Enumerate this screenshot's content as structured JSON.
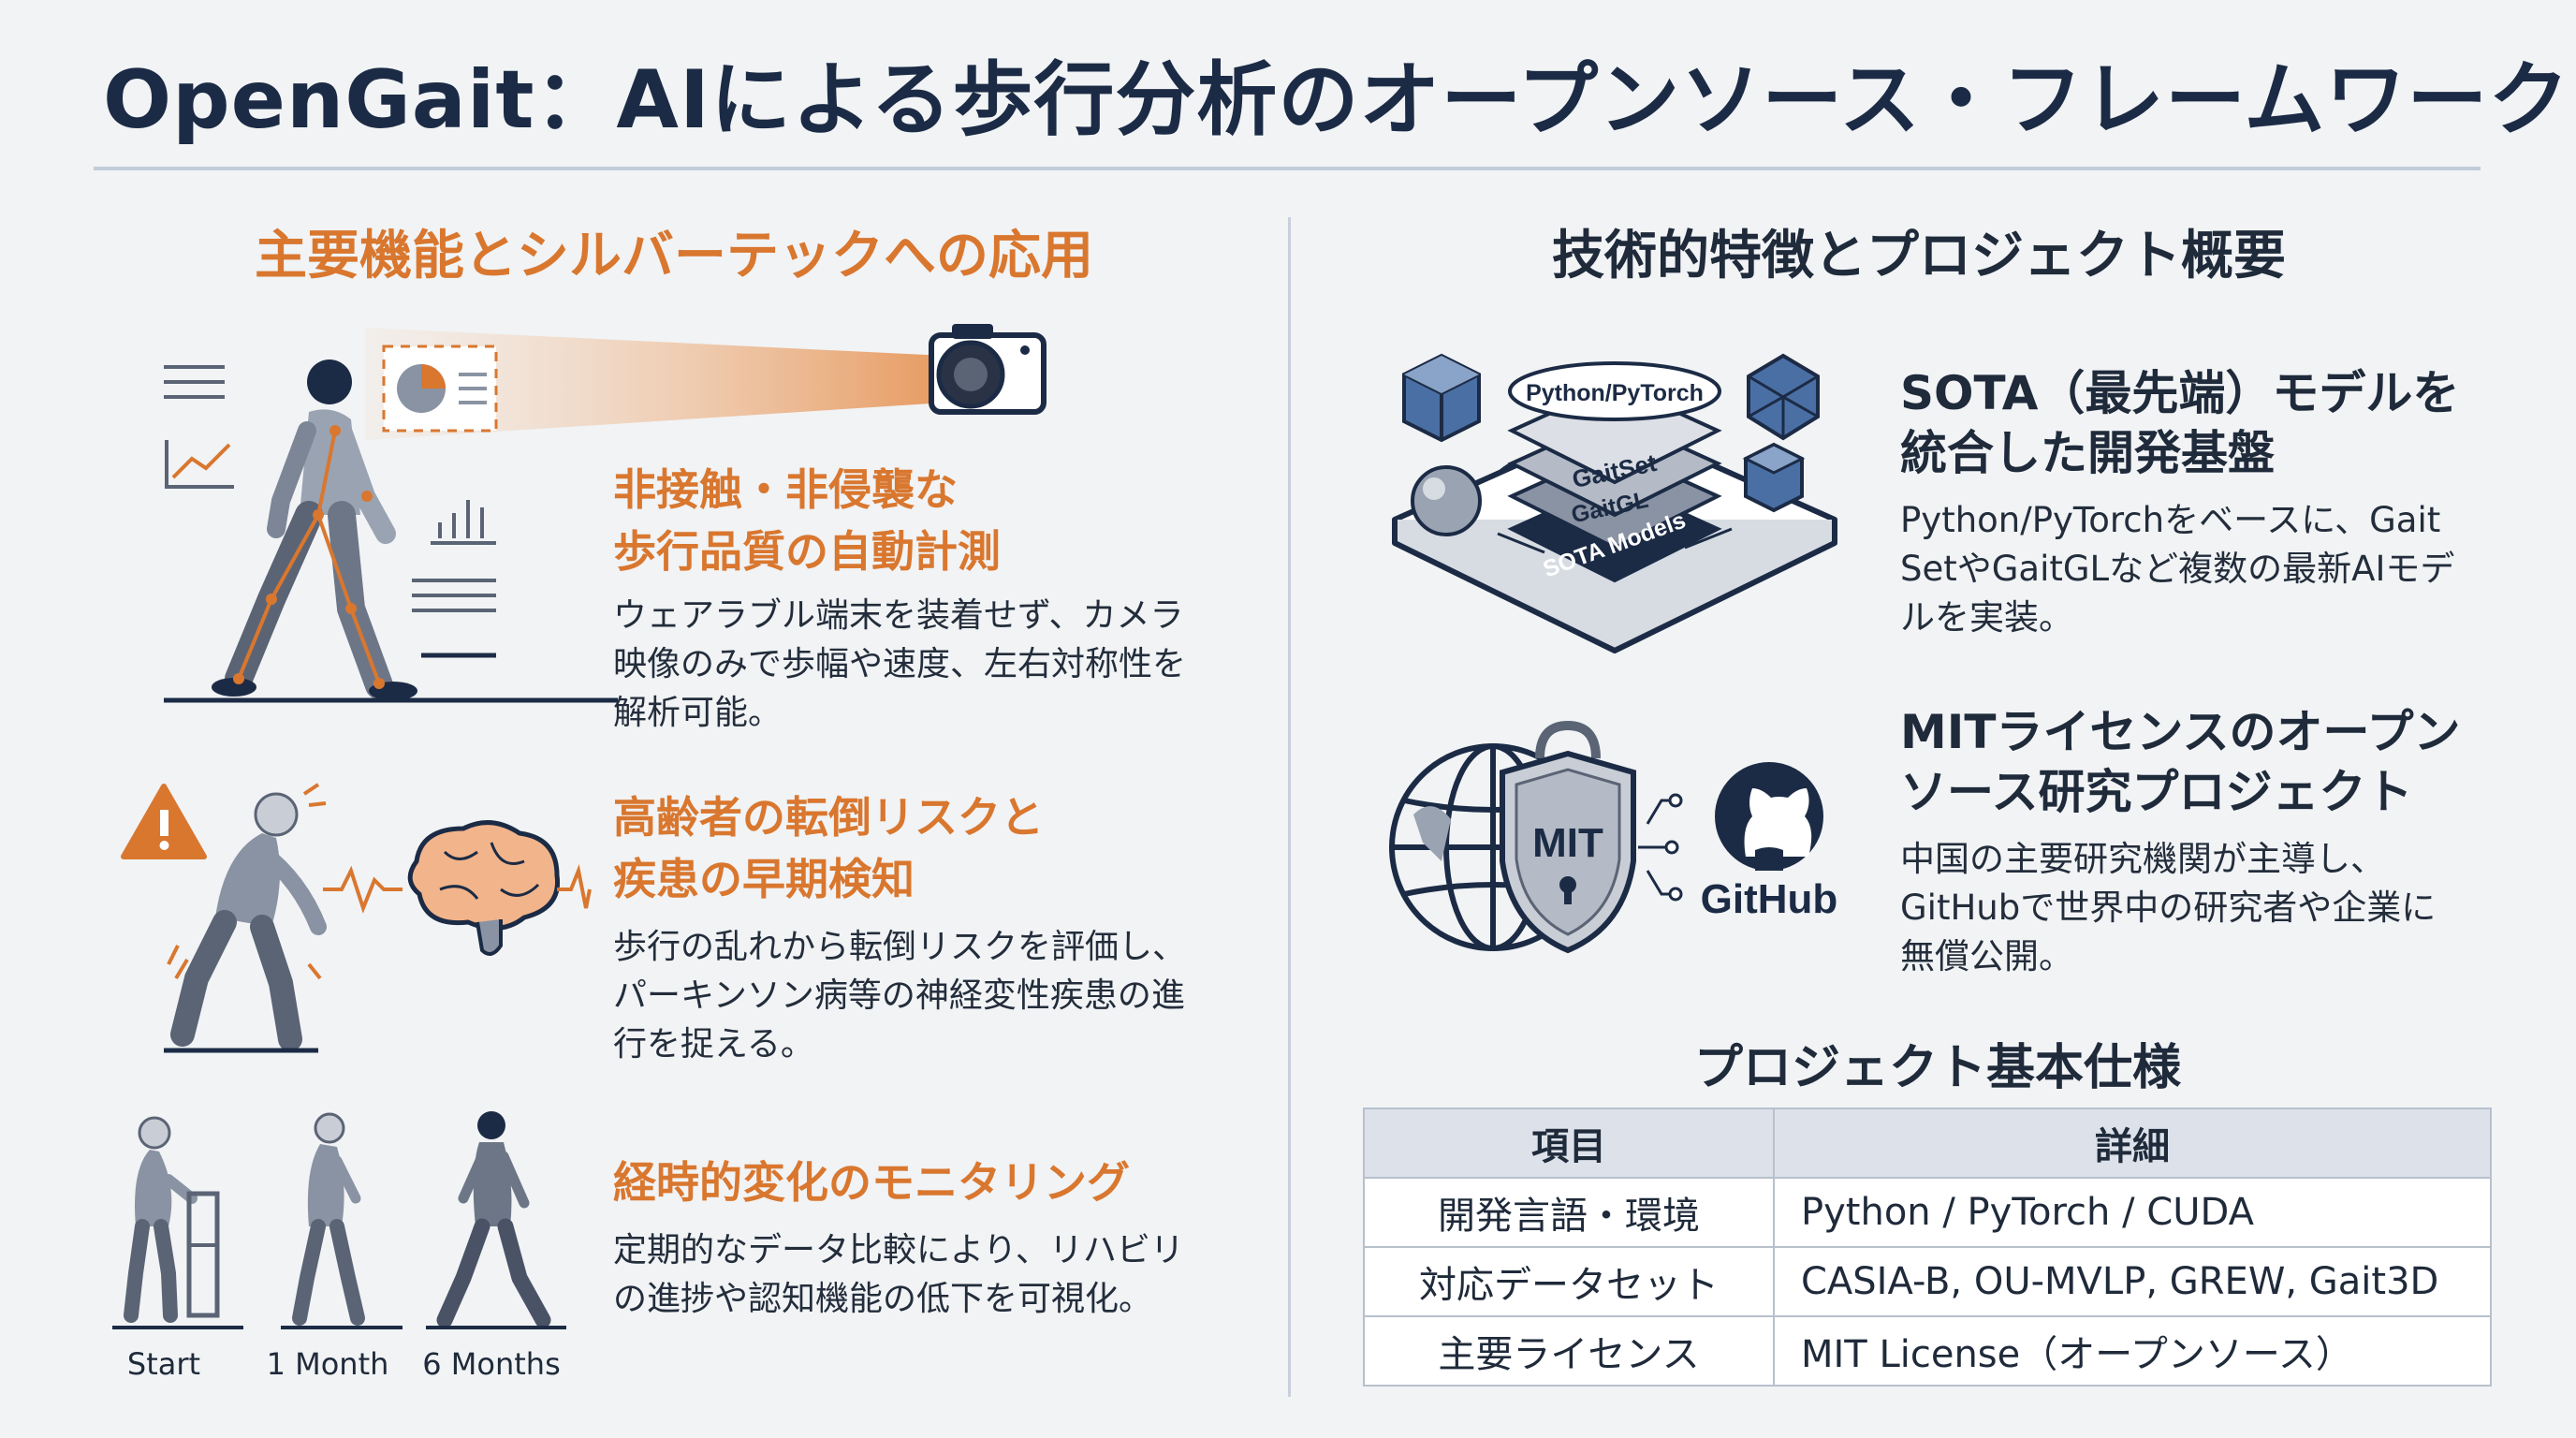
{
  "title": "OpenGait：AIによる歩行分析のオープンソース・フレームワーク",
  "left": {
    "heading": "主要機能とシルバーテックへの応用",
    "features": [
      {
        "title_lines": [
          "非接触・非侵襲な",
          "歩行品質の自動計測"
        ],
        "body_lines": [
          "ウェアラブル端末を装着せず、カメラ",
          "映像のみで歩幅や速度、左右対称性を",
          "解析可能。"
        ],
        "icons": [
          "camera-icon",
          "walking-person-icon",
          "chart-icon"
        ]
      },
      {
        "title_lines": [
          "高齢者の転倒リスクと",
          "疾患の早期検知"
        ],
        "body_lines": [
          "歩行の乱れから転倒リスクを評価し、",
          "パーキンソン病等の神経変性疾患の進",
          "行を捉える。"
        ],
        "icons": [
          "warning-icon",
          "elderly-person-icon",
          "brain-icon"
        ]
      },
      {
        "title_lines": [
          "経時的変化のモニタリング"
        ],
        "body_lines": [
          "定期的なデータ比較により、リハビリ",
          "の進捗や認知機能の低下を可視化。"
        ],
        "stages": [
          "Start",
          "1 Month",
          "6 Months"
        ]
      }
    ]
  },
  "right": {
    "heading": "技術的特徴とプロジェクト概要",
    "stack_layers": [
      "Python/PyTorch",
      "GaitSet",
      "GaitGL",
      "SOTA Models"
    ],
    "sota": {
      "title_lines": [
        "SOTA（最先端）モデルを",
        "統合した開発基盤"
      ],
      "body_lines": [
        "Python/PyTorchをベースに、Gait",
        "SetやGaitGLなど複数の最新AIモデ",
        "ルを実装。"
      ]
    },
    "license_icons": {
      "shield_text": "MIT",
      "github_text": "GitHub"
    },
    "mit": {
      "title_lines": [
        "MITライセンスのオープン",
        "ソース研究プロジェクト"
      ],
      "body_lines": [
        "中国の主要研究機関が主導し、",
        "GitHubで世界中の研究者や企業に",
        "無償公開。"
      ]
    },
    "spec": {
      "heading": "プロジェクト基本仕様",
      "headers": [
        "項目",
        "詳細"
      ],
      "rows": [
        [
          "開発言語・環境",
          "Python / PyTorch / CUDA"
        ],
        [
          "対応データセット",
          "CASIA-B, OU-MVLP, GREW, Gait3D"
        ],
        [
          "主要ライセンス",
          "MIT License（オープンソース）"
        ]
      ]
    }
  },
  "colors": {
    "accent": "#d9772f",
    "navy": "#1c2b45",
    "slate": "#5b6475",
    "blue": "#4a6fa5"
  }
}
